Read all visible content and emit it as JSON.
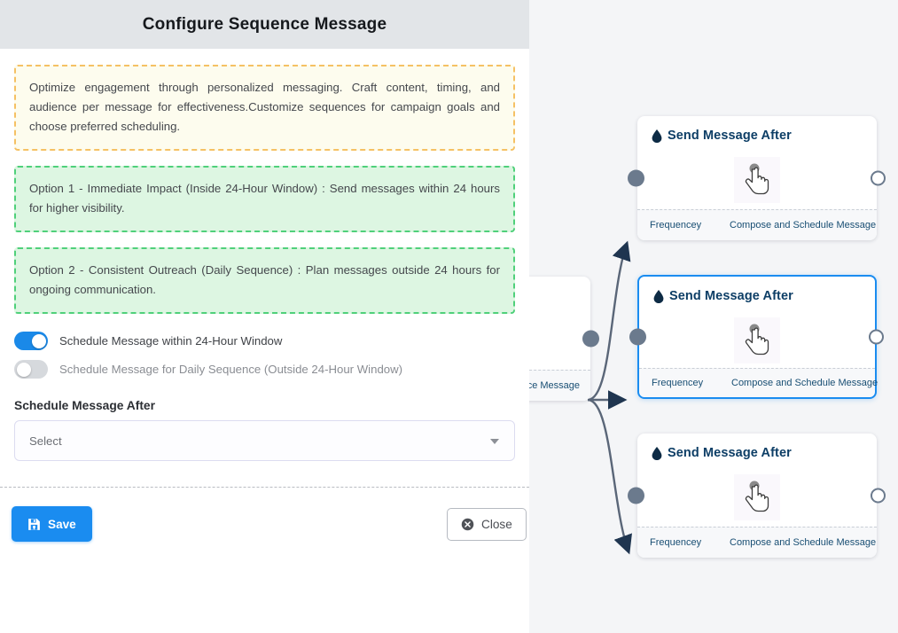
{
  "panel": {
    "title": "Configure Sequence Message",
    "note": "Optimize engagement through personalized messaging. Craft content, timing, and audience per message for effectiveness.Customize sequences for campaign goals and choose preferred scheduling.",
    "option_1": "Option 1 - Immediate Impact (Inside 24-Hour Window) : Send messages within 24 hours for higher visibility.",
    "option_2": "Option 2 - Consistent Outreach (Daily Sequence) : Plan messages outside 24 hours for ongoing communication.",
    "toggles": [
      {
        "label": "Schedule Message within 24-Hour Window",
        "state": "on"
      },
      {
        "label": "Schedule Message for Daily Sequence (Outside 24-Hour Window)",
        "state": "off"
      }
    ],
    "schedule_field": {
      "label": "Schedule Message After",
      "value": "Select",
      "caret_icon": "chevron-down-icon"
    },
    "footer": {
      "save_label": "Save",
      "save_icon": "save-floppy-icon",
      "save_color": "#1a8cf0",
      "close_label": "Close",
      "close_icon": "close-circle-icon"
    }
  },
  "canvas": {
    "background": "#f4f5f7",
    "partial_node": {
      "clipped_label": "ce Message",
      "output_handle": "output-connector"
    },
    "nodes": [
      {
        "title": "Send Message After",
        "title_icon": "droplet-icon",
        "body_icon": "hand-pointer-icon",
        "foot_left": "Frequencey",
        "foot_right": "Compose and Schedule Message",
        "selected": "false"
      },
      {
        "title": "Send Message After",
        "title_icon": "droplet-icon",
        "body_icon": "hand-pointer-icon",
        "foot_left": "Frequencey",
        "foot_right": "Compose and Schedule Message",
        "selected": "true"
      },
      {
        "title": "Send Message After",
        "title_icon": "droplet-icon",
        "body_icon": "hand-pointer-icon",
        "foot_left": "Frequencey",
        "foot_right": "Compose and Schedule Message",
        "selected": "false"
      }
    ],
    "selection_color": "#1a8cf0",
    "edge_color": "#5a6678",
    "handle_color": "#6b7a8d"
  }
}
